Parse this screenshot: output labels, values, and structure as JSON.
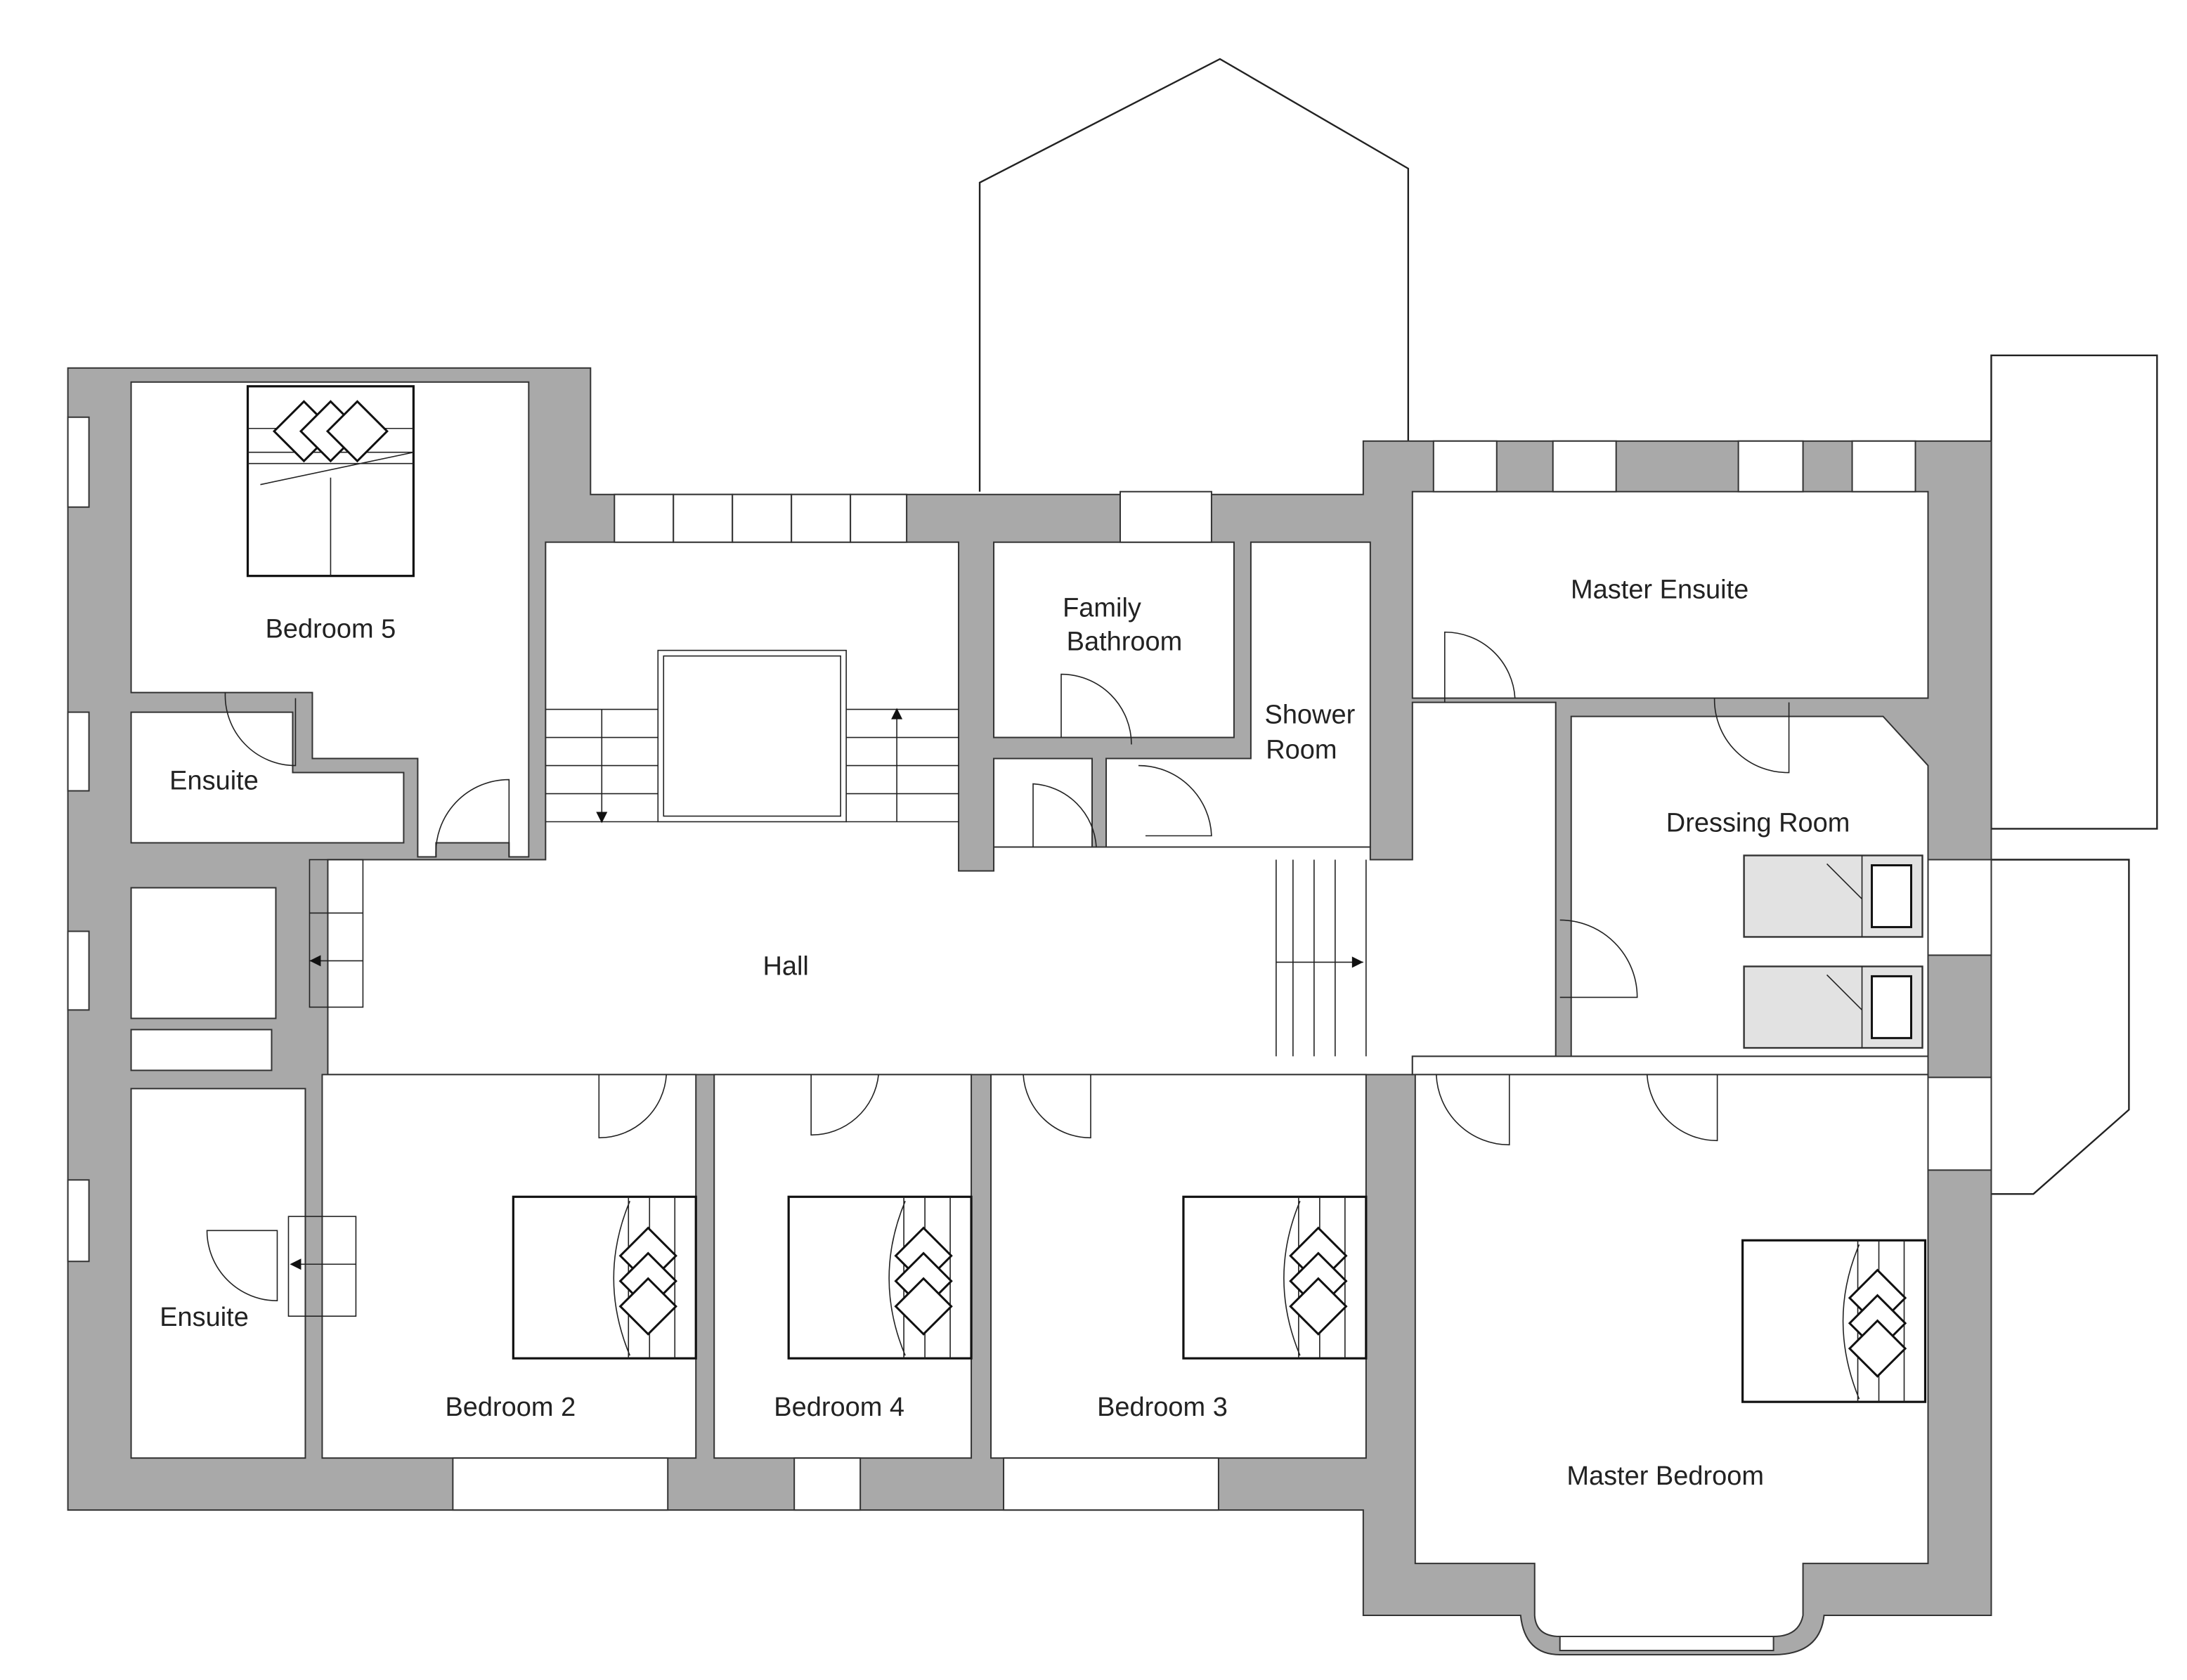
{
  "rooms": {
    "bedroom5": "Bedroom 5",
    "ensuite_top": "Ensuite",
    "hall": "Hall",
    "family_bathroom_1": "Family",
    "family_bathroom_2": "Bathroom",
    "shower_room_1": "Shower",
    "shower_room_2": "Room",
    "master_ensuite": "Master Ensuite",
    "dressing_room": "Dressing Room",
    "ensuite_bottom": "Ensuite",
    "bedroom2": "Bedroom 2",
    "bedroom4": "Bedroom 4",
    "bedroom3": "Bedroom 3",
    "master_bedroom": "Master Bedroom"
  },
  "colors": {
    "wall": "#a9a9a9",
    "single_bed": "#e2e2e2"
  }
}
